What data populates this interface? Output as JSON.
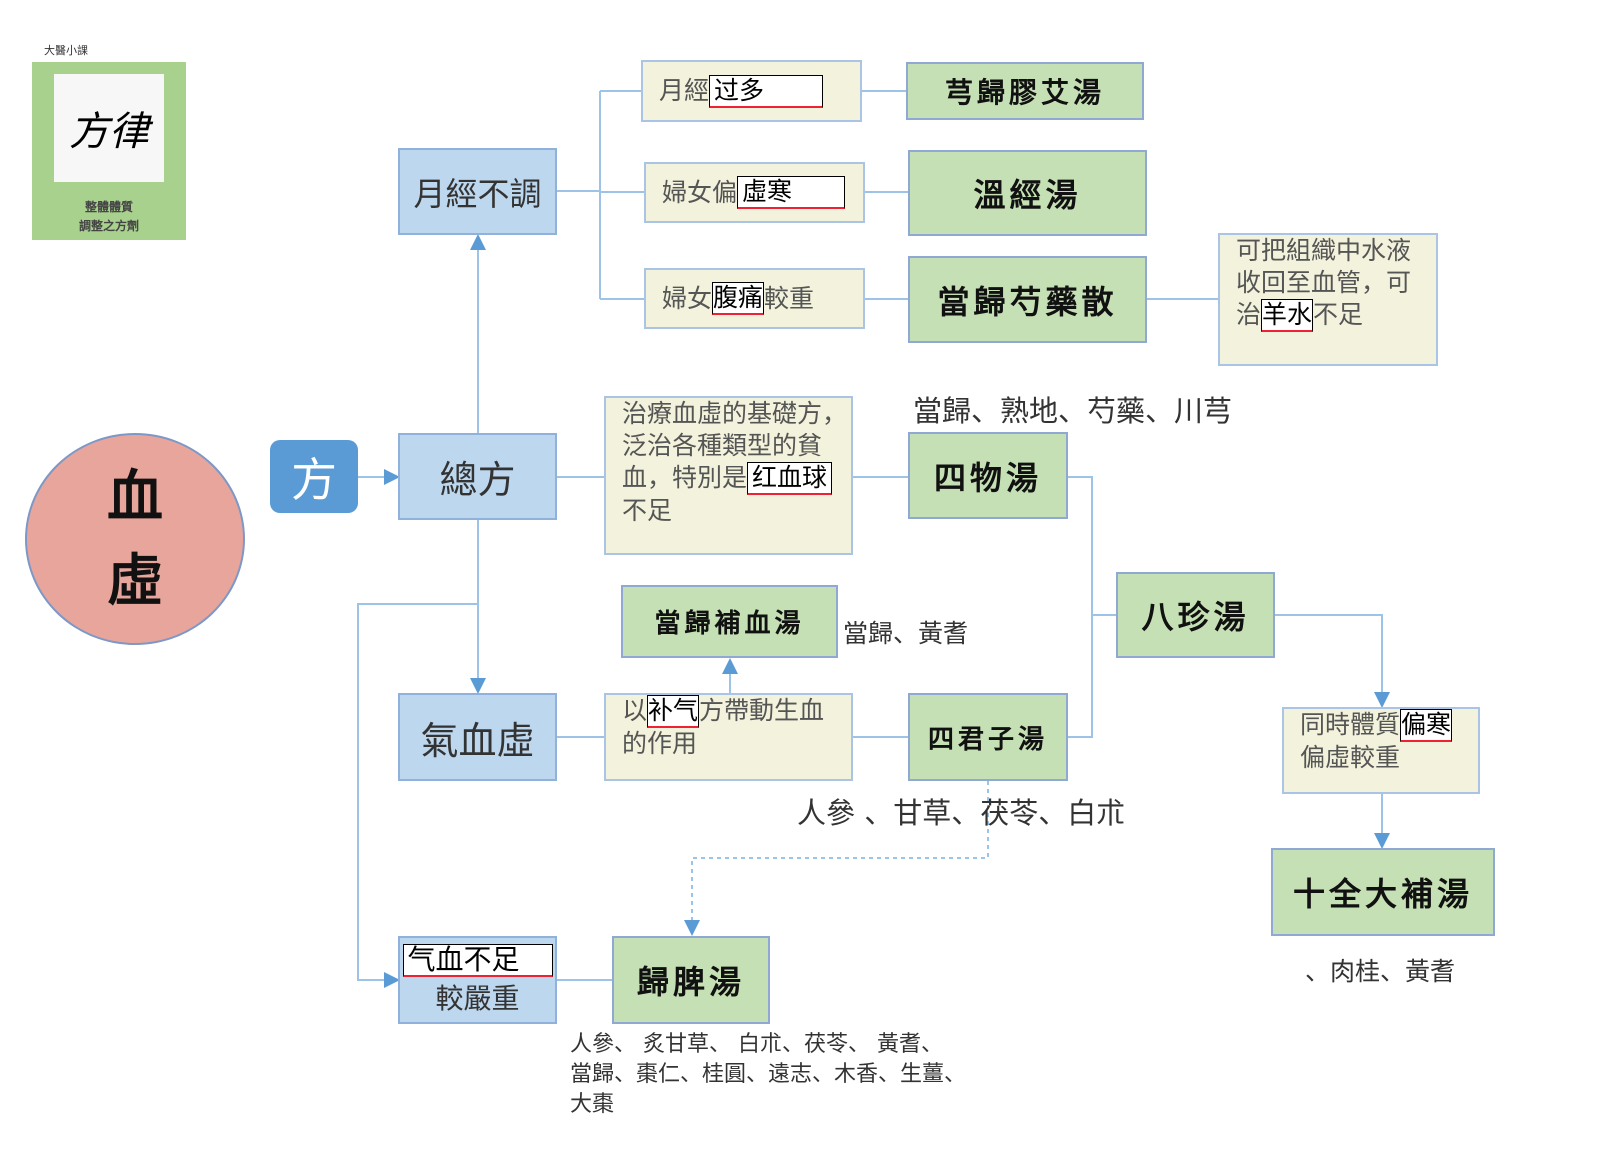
{
  "logo": {
    "header": "大醫小課",
    "calligraphy": "方律",
    "caption1": "整體體質",
    "caption2": "調整之方劑"
  },
  "root": {
    "line1": "血",
    "line2": "虛"
  },
  "fang": "方",
  "categories": {
    "menstrual": "月經不調",
    "general": "總方",
    "qi_blood": "氣血虛",
    "qi_blood_severe_hl": "气血不足",
    "qi_blood_severe_rest": "較嚴重"
  },
  "conditions": {
    "c1_pre": "月經",
    "c1_hl": "过多",
    "c2_pre": "婦女偏",
    "c2_hl": "虛寒",
    "c3_pre": "婦女",
    "c3_hl": "腹痛",
    "c3_post": "較重",
    "c4_l1": "可把組織中水液",
    "c4_l2": "收回至血管，可",
    "c4_pre": "治",
    "c4_hl": "羊水",
    "c4_post": "不足",
    "c5_l1": "治療血虛的基礎方，",
    "c5_l2": "泛治各種類型的貧",
    "c5_pre": "血，特別是",
    "c5_hl": "红血球",
    "c5_l4": "不足",
    "c6_pre": "以",
    "c6_hl": "补气",
    "c6_post": "方帶動生血",
    "c6_l2": "的作用",
    "c7_pre": "同時體質",
    "c7_hl": "偏寒",
    "c7_l2": "偏虛較重"
  },
  "formulas": {
    "f1": "芎歸膠艾湯",
    "f2": "溫經湯",
    "f3": "當歸芍藥散",
    "f4": "四物湯",
    "f5": "當歸補血湯",
    "f6": "八珍湯",
    "f7": "四君子湯",
    "f8": "十全大補湯",
    "f9": "歸脾湯"
  },
  "herbs": {
    "siwu": "當歸、熟地、芍藥、川芎",
    "buxue": "當歸、黃耆",
    "sijunzi": "人參 、甘草、茯苓、白朮",
    "shiquan": "、肉桂、黃耆",
    "guipi1": "人參、 炙甘草、 白朮、茯苓、 黃耆、",
    "guipi2": "當歸、棗仁、桂圓、遠志、木香、生薑、",
    "guipi3": "大棗"
  }
}
